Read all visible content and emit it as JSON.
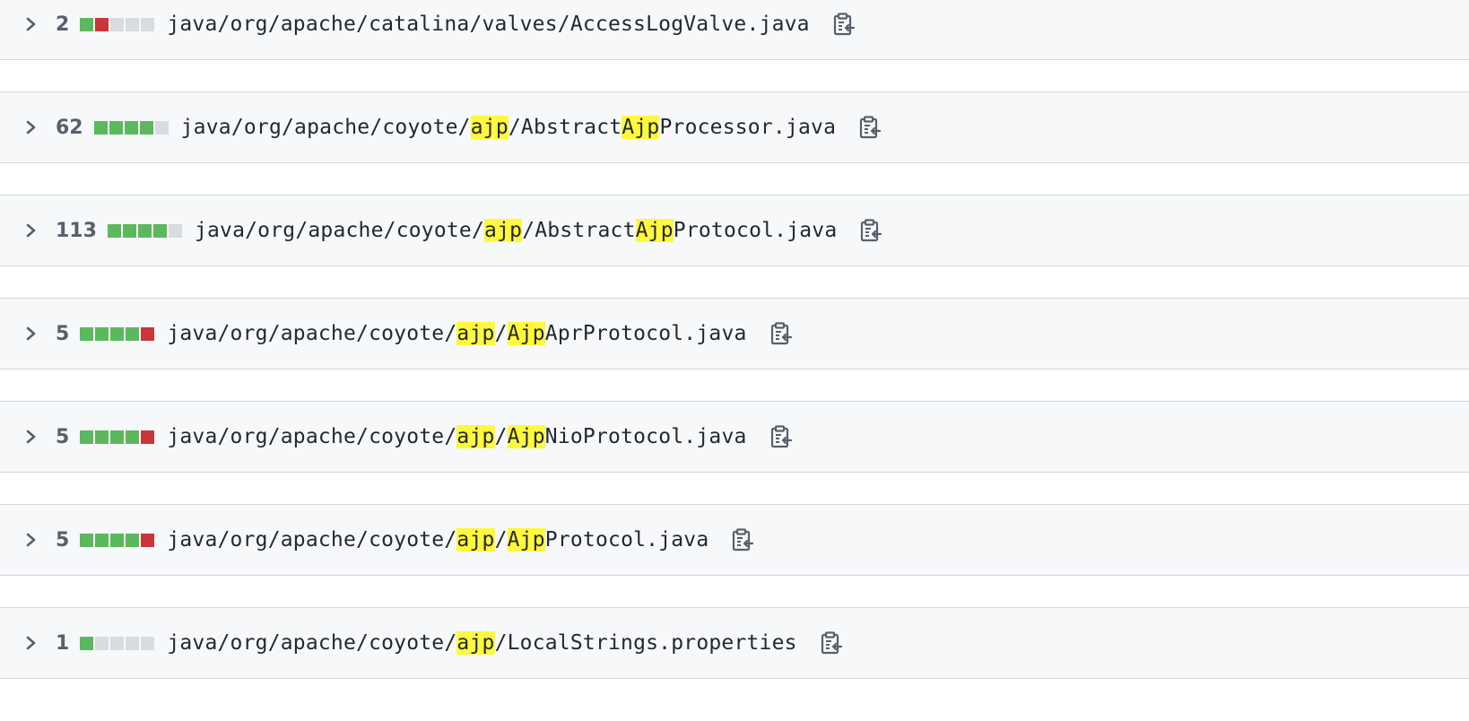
{
  "files": [
    {
      "count": "2",
      "diffstat": [
        "add",
        "del",
        "neutral",
        "neutral",
        "neutral"
      ],
      "path_segments": [
        {
          "text": "java/org/apache/catalina/valves/AccessLogValve.java",
          "hl": false
        }
      ]
    },
    {
      "count": "62",
      "diffstat": [
        "add",
        "add",
        "add",
        "add",
        "neutral"
      ],
      "path_segments": [
        {
          "text": "java/org/apache/coyote/",
          "hl": false
        },
        {
          "text": "ajp",
          "hl": true
        },
        {
          "text": "/Abstract",
          "hl": false
        },
        {
          "text": "Ajp",
          "hl": true
        },
        {
          "text": "Processor.java",
          "hl": false
        }
      ]
    },
    {
      "count": "113",
      "diffstat": [
        "add",
        "add",
        "add",
        "add",
        "neutral"
      ],
      "path_segments": [
        {
          "text": "java/org/apache/coyote/",
          "hl": false
        },
        {
          "text": "ajp",
          "hl": true
        },
        {
          "text": "/Abstract",
          "hl": false
        },
        {
          "text": "Ajp",
          "hl": true
        },
        {
          "text": "Protocol.java",
          "hl": false
        }
      ]
    },
    {
      "count": "5",
      "diffstat": [
        "add",
        "add",
        "add",
        "add",
        "del"
      ],
      "path_segments": [
        {
          "text": "java/org/apache/coyote/",
          "hl": false
        },
        {
          "text": "ajp",
          "hl": true
        },
        {
          "text": "/",
          "hl": false
        },
        {
          "text": "Ajp",
          "hl": true
        },
        {
          "text": "AprProtocol.java",
          "hl": false
        }
      ]
    },
    {
      "count": "5",
      "diffstat": [
        "add",
        "add",
        "add",
        "add",
        "del"
      ],
      "path_segments": [
        {
          "text": "java/org/apache/coyote/",
          "hl": false
        },
        {
          "text": "ajp",
          "hl": true
        },
        {
          "text": "/",
          "hl": false
        },
        {
          "text": "Ajp",
          "hl": true
        },
        {
          "text": "NioProtocol.java",
          "hl": false
        }
      ]
    },
    {
      "count": "5",
      "diffstat": [
        "add",
        "add",
        "add",
        "add",
        "del"
      ],
      "path_segments": [
        {
          "text": "java/org/apache/coyote/",
          "hl": false
        },
        {
          "text": "ajp",
          "hl": true
        },
        {
          "text": "/",
          "hl": false
        },
        {
          "text": "Ajp",
          "hl": true
        },
        {
          "text": "Protocol.java",
          "hl": false
        }
      ]
    },
    {
      "count": "1",
      "diffstat": [
        "add",
        "neutral",
        "neutral",
        "neutral",
        "neutral"
      ],
      "path_segments": [
        {
          "text": "java/org/apache/coyote/",
          "hl": false
        },
        {
          "text": "ajp",
          "hl": true
        },
        {
          "text": "/LocalStrings.properties",
          "hl": false
        }
      ]
    }
  ],
  "icons": {
    "expand": "chevron-right-icon",
    "copy": "copy-path-icon"
  },
  "colors": {
    "addition": "#5cb85c",
    "deletion": "#c9363b",
    "neutral": "#d8dce1",
    "highlight": "#fff83d",
    "row_background": "#f6f8fa"
  }
}
